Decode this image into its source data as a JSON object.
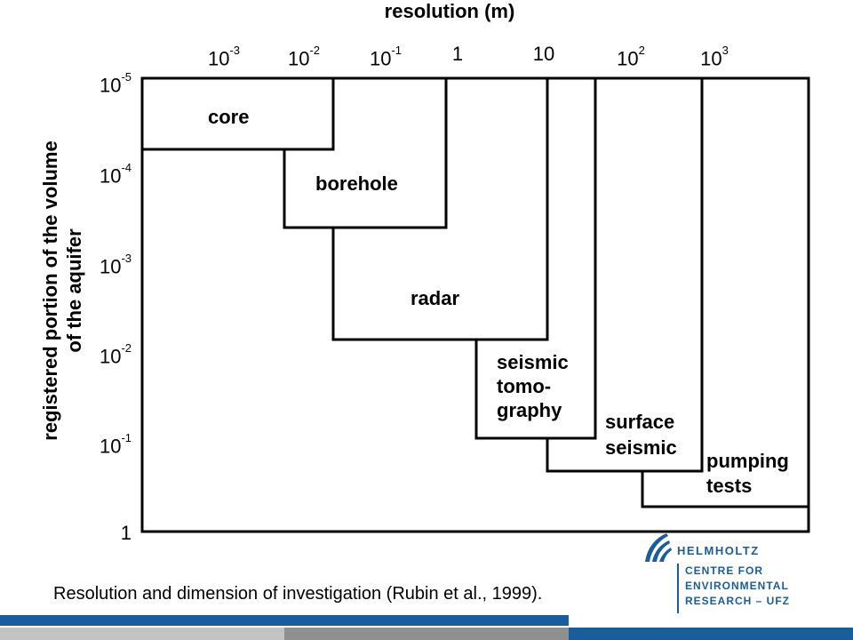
{
  "title": "resolution (m)",
  "x_ticks": [
    {
      "base": "10",
      "exp": "-3"
    },
    {
      "base": "10",
      "exp": "-2"
    },
    {
      "base": "10",
      "exp": "-1"
    },
    {
      "base": "1",
      "exp": ""
    },
    {
      "base": "10",
      "exp": ""
    },
    {
      "base": "10",
      "exp": "2"
    },
    {
      "base": "10",
      "exp": "3"
    }
  ],
  "y_ticks": [
    {
      "base": "10",
      "exp": "-5"
    },
    {
      "base": "10",
      "exp": "-4"
    },
    {
      "base": "10",
      "exp": "-3"
    },
    {
      "base": "10",
      "exp": "-2"
    },
    {
      "base": "10",
      "exp": "-1"
    },
    {
      "base": "1",
      "exp": ""
    }
  ],
  "y_label": [
    "registered portion of the volume",
    "of the aquifer"
  ],
  "regions": {
    "core": "core",
    "borehole": "borehole",
    "radar": "radar",
    "seismic_tomography": [
      "seismic",
      "tomo-",
      "graphy"
    ],
    "surface_seismic": [
      "surface",
      "seismic"
    ],
    "pumping_tests": [
      "pumping",
      "tests"
    ]
  },
  "caption": "Resolution and dimension of investigation (Rubin et al., 1999).",
  "logo": {
    "name": "HELMHOLTZ",
    "lines": [
      "CENTRE FOR",
      "ENVIRONMENTAL",
      "RESEARCH – UFZ"
    ]
  },
  "colors": {
    "brand_blue": "#1a5d9c"
  }
}
